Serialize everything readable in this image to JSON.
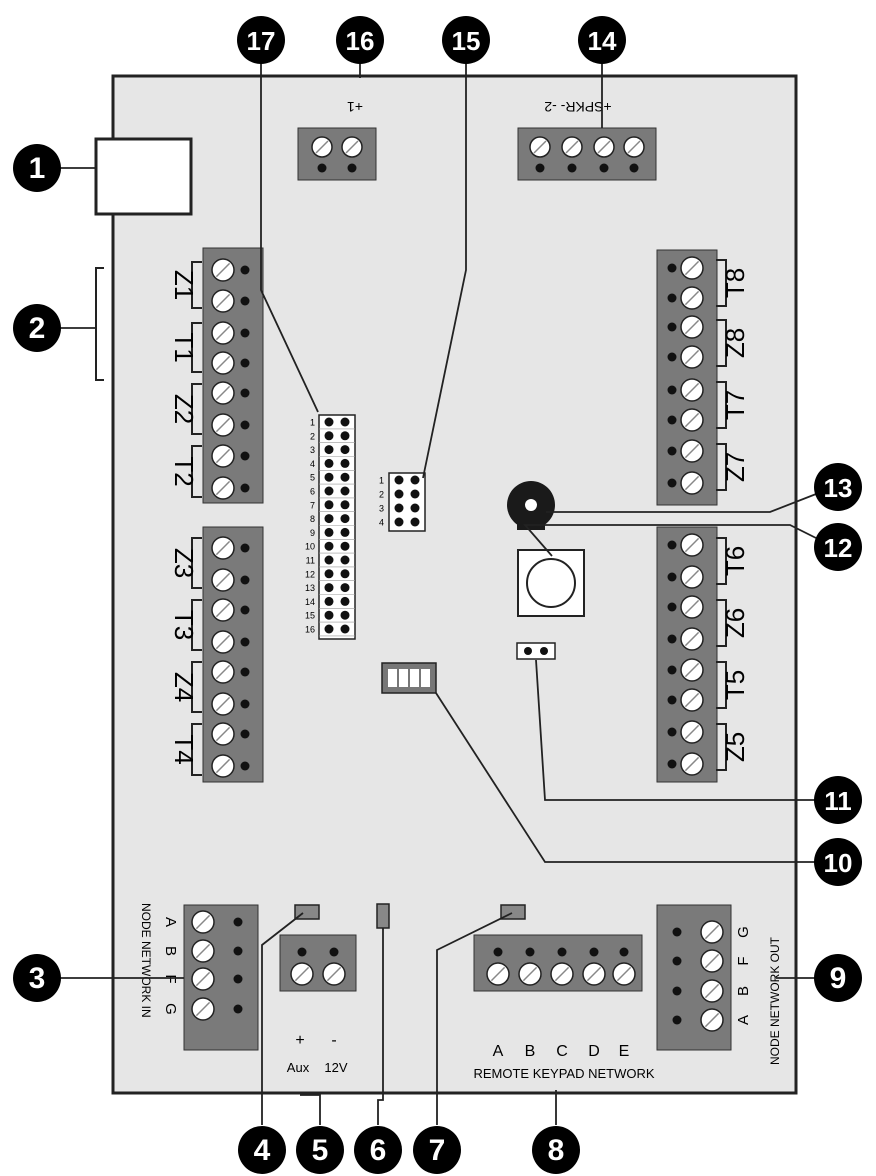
{
  "callouts": [
    "1",
    "2",
    "3",
    "4",
    "5",
    "6",
    "7",
    "8",
    "9",
    "10",
    "11",
    "12",
    "13",
    "14",
    "15",
    "16",
    "17"
  ],
  "top_left_terminal": {
    "label": "+1"
  },
  "top_right_terminal": {
    "label": "+SPKR- -2"
  },
  "left_zones": [
    "Z1",
    "T1",
    "Z2",
    "T2",
    "Z3",
    "T3",
    "Z4",
    "T4"
  ],
  "right_zones": [
    "T8",
    "Z8",
    "T7",
    "Z7",
    "T6",
    "Z6",
    "T5",
    "Z5"
  ],
  "pin_header_numbers": [
    "1",
    "2",
    "3",
    "4",
    "5",
    "6",
    "7",
    "8",
    "9",
    "10",
    "11",
    "12",
    "13",
    "14",
    "15",
    "16"
  ],
  "small_header_numbers": [
    "1",
    "2",
    "3",
    "4"
  ],
  "node_in": {
    "title": "NODE NETWORK IN",
    "pins": [
      "A",
      "B",
      "F",
      "G"
    ]
  },
  "node_out": {
    "title": "NODE NETWORK OUT",
    "pins": [
      "A",
      "B",
      "F",
      "G"
    ]
  },
  "aux": {
    "plus": "+",
    "minus": "-",
    "aux_label": "Aux",
    "volt_label": "12V"
  },
  "keypad": {
    "title": "REMOTE KEYPAD NETWORK",
    "pins": [
      "A",
      "B",
      "C",
      "D",
      "E"
    ]
  }
}
